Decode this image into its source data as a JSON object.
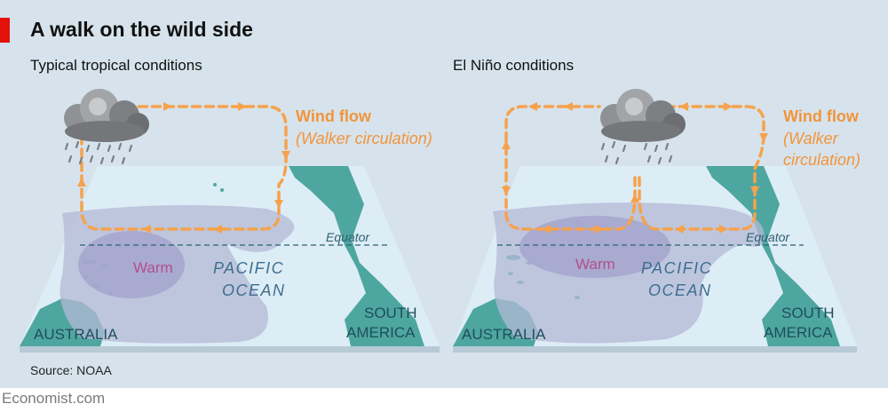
{
  "header": {
    "title": "A walk on the wild side"
  },
  "panels": [
    {
      "subtitle": "Typical tropical conditions",
      "wind_label": "Wind flow",
      "wind_sub": "(Walker circulation)",
      "equator": "Equator",
      "warm": "Warm",
      "ocean": [
        "PACIFIC",
        "OCEAN"
      ],
      "australia": "AUSTRALIA",
      "south_america": [
        "SOUTH",
        "AMERICA"
      ]
    },
    {
      "subtitle": "El Niño conditions",
      "wind_label": "Wind flow",
      "wind_sub": [
        "(Walker",
        "circulation)"
      ],
      "equator": "Equator",
      "warm": "Warm",
      "ocean": [
        "PACIFIC",
        "OCEAN"
      ],
      "australia": "AUSTRALIA",
      "south_america": [
        "SOUTH",
        "AMERICA"
      ]
    }
  ],
  "footer": {
    "source": "Source: NOAA",
    "brand": "Economist.com"
  },
  "colors": {
    "ocean": "#dcedf6",
    "land": "#4ea6a0",
    "warm_pool": "#b4b8d6",
    "flow": "#f6a24c",
    "brand_red": "#e3120b"
  }
}
